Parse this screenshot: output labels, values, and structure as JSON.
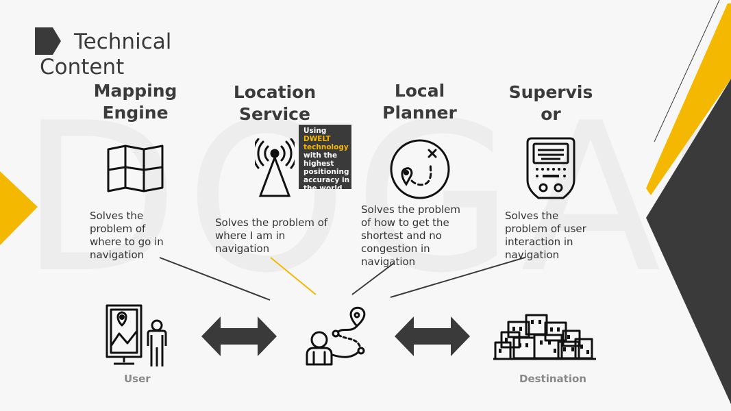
{
  "title": {
    "line1": "Technical",
    "line2": "Content"
  },
  "watermark": "DOGAS",
  "columns": [
    {
      "heading_lines": [
        "Mapping",
        "Engine"
      ],
      "icon": "folded-map-icon",
      "description": "Solves the problem of where to go in navigation"
    },
    {
      "heading_lines": [
        "Location",
        "Service"
      ],
      "icon": "signal-tower-icon",
      "description": "Solves the problem of where I am in navigation"
    },
    {
      "heading_lines": [
        "Local",
        "Planner"
      ],
      "icon": "route-plan-icon",
      "description": "Solves the problem of how to get the shortest and no congestion in navigation"
    },
    {
      "heading_lines": [
        "Supervis",
        "or"
      ],
      "icon": "handheld-device-icon",
      "description": "Solves the problem of user interaction in navigation"
    }
  ],
  "tooltip": {
    "prefix": "Using ",
    "highlight": "DWELT technology",
    "suffix": " with the highest positioning accuracy in the world"
  },
  "bottom": {
    "user_caption": "User",
    "destination_caption": "Destination"
  },
  "colors": {
    "accent": "#f5b800",
    "dark": "#3a3a3a",
    "background": "#f7f7f7"
  }
}
